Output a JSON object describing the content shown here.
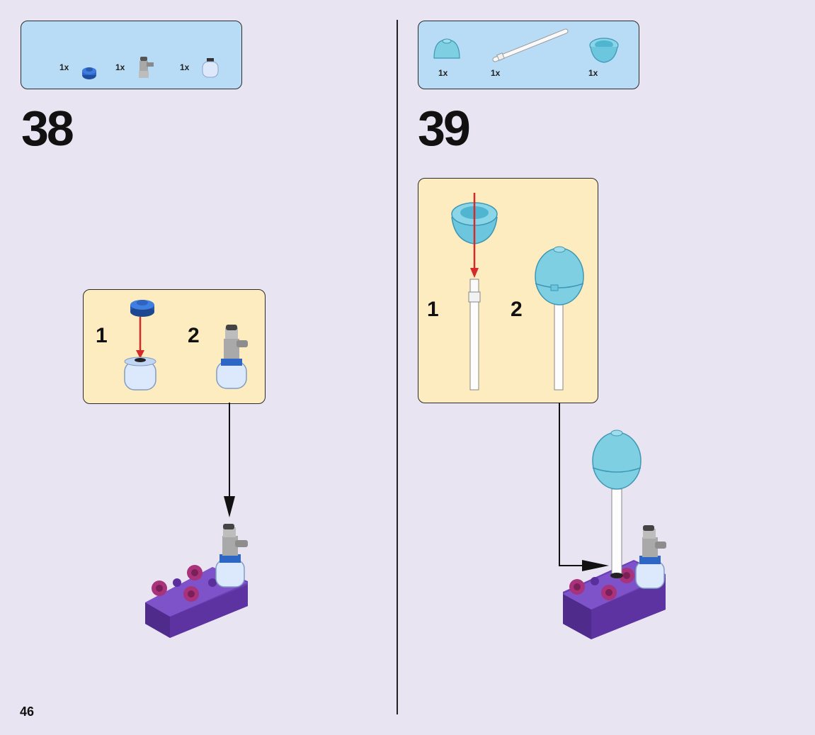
{
  "page_number": "46",
  "steps": [
    {
      "number": "38",
      "parts": [
        {
          "icon": "blue-round-plate-icon",
          "qty": "1x"
        },
        {
          "icon": "grey-tap-piece-icon",
          "qty": "1x"
        },
        {
          "icon": "light-blue-cylinder-icon",
          "qty": "1x"
        }
      ],
      "substeps": [
        "1",
        "2"
      ]
    },
    {
      "number": "39",
      "parts": [
        {
          "icon": "aqua-dome-icon",
          "qty": "1x"
        },
        {
          "icon": "white-bar-icon",
          "qty": "1x"
        },
        {
          "icon": "aqua-cone-icon",
          "qty": "1x"
        }
      ],
      "substeps": [
        "1",
        "2"
      ]
    }
  ],
  "colors": {
    "background": "#e9e4f2",
    "parts_box": "#b9dcf6",
    "substep_box": "#fcecbf",
    "arrow_red": "#d62a2a",
    "plate_purple": "#6a3fb0",
    "flower_magenta": "#a8337a",
    "aqua": "#5ec3dc"
  }
}
